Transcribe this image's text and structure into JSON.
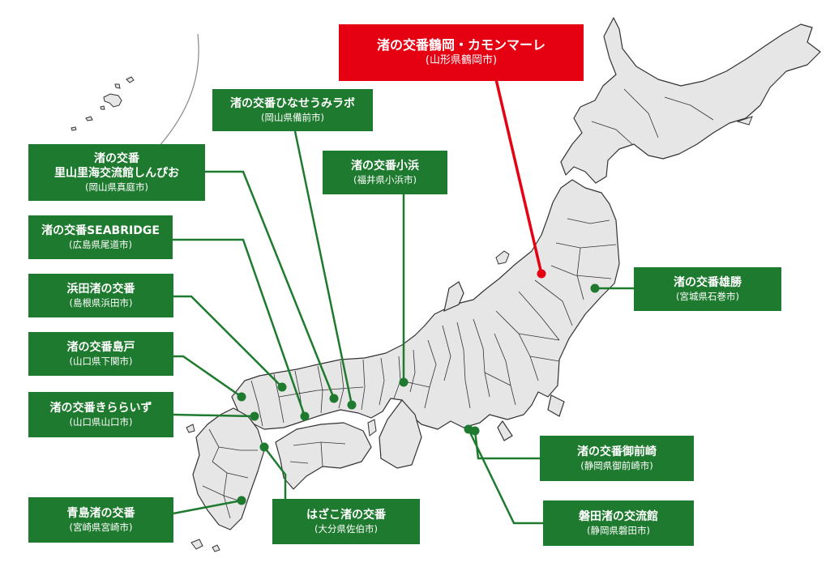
{
  "map": {
    "land_fill": "#e6e6e6",
    "border_color": "#333333",
    "leader_green": "#1e7a2e",
    "leader_red": "#e50012"
  },
  "locations": [
    {
      "id": "tsuruoka",
      "lines": [
        "渚の交番鶴岡・カモンマーレ"
      ],
      "place": "(山形県鶴岡市)",
      "color": "#e50012"
    },
    {
      "id": "hinase",
      "lines": [
        "渚の交番ひなせうみラボ"
      ],
      "place": "(岡山県備前市)",
      "color": "#1e7a2e"
    },
    {
      "id": "shinpio",
      "lines": [
        "渚の交番",
        "里山里海交流館しんぴお"
      ],
      "place": "(岡山県真庭市)",
      "color": "#1e7a2e"
    },
    {
      "id": "obama",
      "lines": [
        "渚の交番小浜"
      ],
      "place": "(福井県小浜市)",
      "color": "#1e7a2e"
    },
    {
      "id": "seabridge",
      "lines": [
        "渚の交番SEABRIDGE"
      ],
      "place": "(広島県尾道市)",
      "color": "#1e7a2e"
    },
    {
      "id": "hamada",
      "lines": [
        "浜田渚の交番"
      ],
      "place": "(島根県浜田市)",
      "color": "#1e7a2e"
    },
    {
      "id": "ogatsu",
      "lines": [
        "渚の交番雄勝"
      ],
      "place": "(宮城県石巻市)",
      "color": "#1e7a2e"
    },
    {
      "id": "shimado",
      "lines": [
        "渚の交番島戸"
      ],
      "place": "(山口県下関市)",
      "color": "#1e7a2e"
    },
    {
      "id": "kiraraizu",
      "lines": [
        "渚の交番きららいず"
      ],
      "place": "(山口県山口市)",
      "color": "#1e7a2e"
    },
    {
      "id": "omaezaki",
      "lines": [
        "渚の交番御前崎"
      ],
      "place": "(静岡県御前崎市)",
      "color": "#1e7a2e"
    },
    {
      "id": "aoshima",
      "lines": [
        "青島渚の交番"
      ],
      "place": "(宮崎県宮崎市)",
      "color": "#1e7a2e"
    },
    {
      "id": "hazako",
      "lines": [
        "はざこ渚の交番"
      ],
      "place": "(大分県佐伯市)",
      "color": "#1e7a2e"
    },
    {
      "id": "iwata",
      "lines": [
        "磐田渚の交流館"
      ],
      "place": "(静岡県磐田市)",
      "color": "#1e7a2e"
    }
  ]
}
